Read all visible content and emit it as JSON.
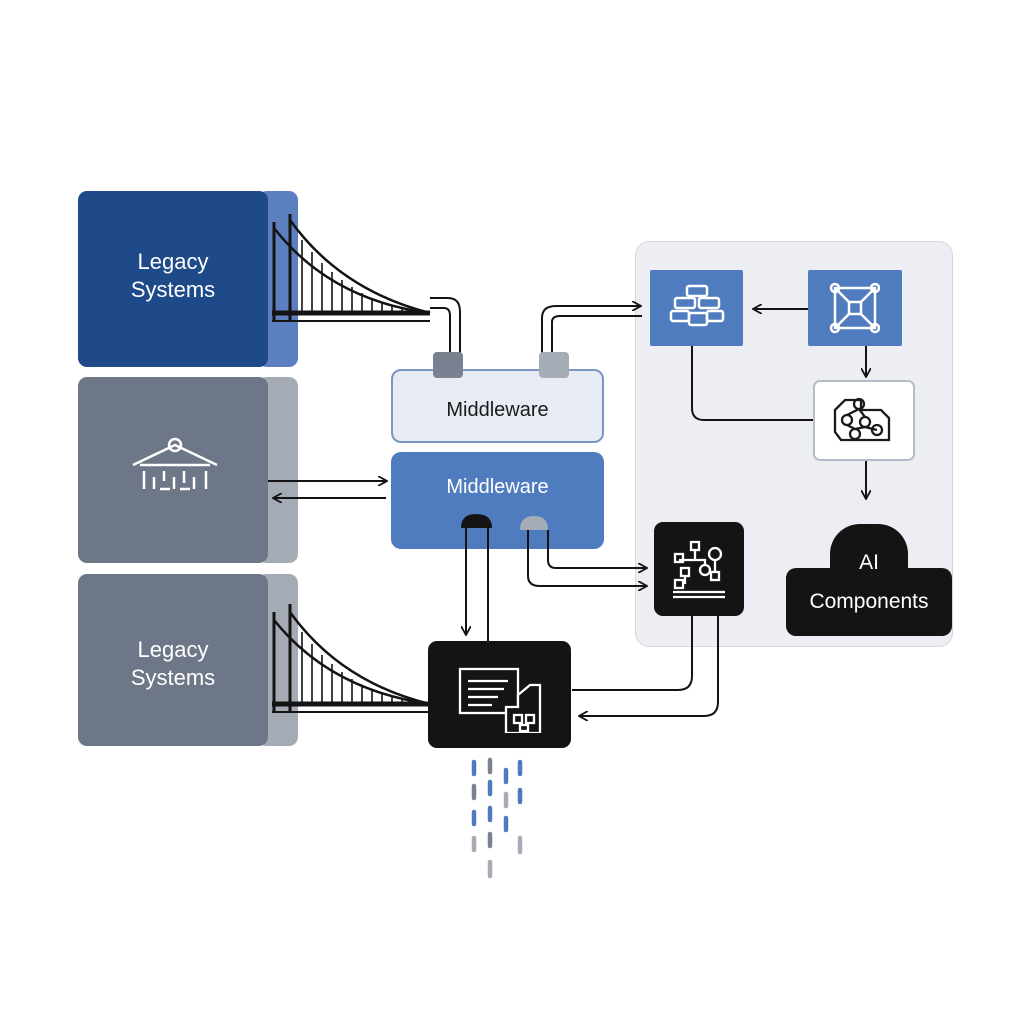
{
  "blocks": {
    "legacy_top": {
      "line1": "Legacy",
      "line2": "Systems"
    },
    "legacy_bottom": {
      "line1": "Legacy",
      "line2": "Systems"
    }
  },
  "middleware": {
    "top_label": "Middleware",
    "bottom_label": "Middleware"
  },
  "ai": {
    "line1": "AI",
    "line2": "Components"
  },
  "colors": {
    "navy": "#1f4a8a",
    "blue": "#4f7bbf",
    "gray": "#6e7787",
    "light_gray": "#a9afb9",
    "panel": "#eceef3",
    "dark": "#141414"
  }
}
